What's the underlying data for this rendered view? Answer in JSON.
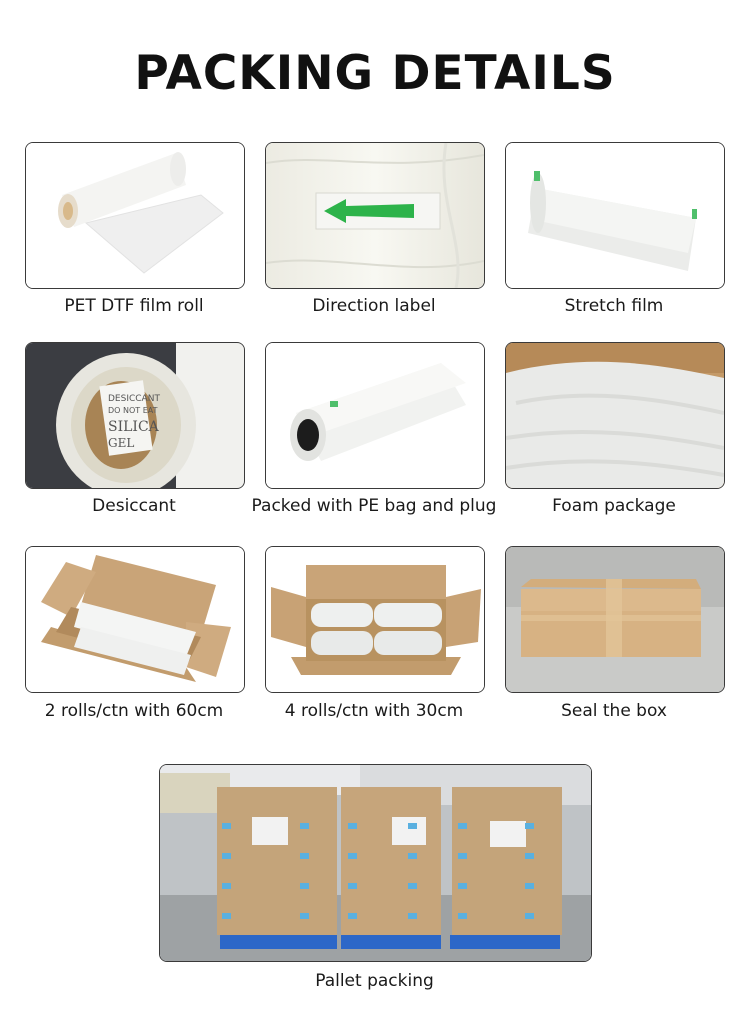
{
  "page": {
    "title": "PACKING DETAILS"
  },
  "items": [
    {
      "caption": "PET DTF film roll",
      "icon": "film-roll-image"
    },
    {
      "caption": "Direction label",
      "icon": "direction-label-image",
      "label_arrow": "arrow-left-icon"
    },
    {
      "caption": "Stretch film",
      "icon": "stretch-film-image"
    },
    {
      "caption": "Desiccant",
      "icon": "desiccant-image",
      "packet_text": [
        "DESICCANT",
        "DO NOT EAT",
        "SILICA",
        "GEL"
      ]
    },
    {
      "caption": "Packed with PE bag and plug",
      "icon": "pe-bag-image"
    },
    {
      "caption": "Foam package",
      "icon": "foam-package-image"
    },
    {
      "caption": "2 rolls/ctn with 60cm",
      "icon": "carton-two-rolls-image"
    },
    {
      "caption": "4 rolls/ctn with 30cm",
      "icon": "carton-four-rolls-image"
    },
    {
      "caption": "Seal the box",
      "icon": "sealed-box-image"
    },
    {
      "caption": "Pallet packing",
      "icon": "pallet-image"
    }
  ],
  "colors": {
    "label_arrow": "#2db34a",
    "pallet": "#2c67c8",
    "cardboard": "#c9a478"
  }
}
